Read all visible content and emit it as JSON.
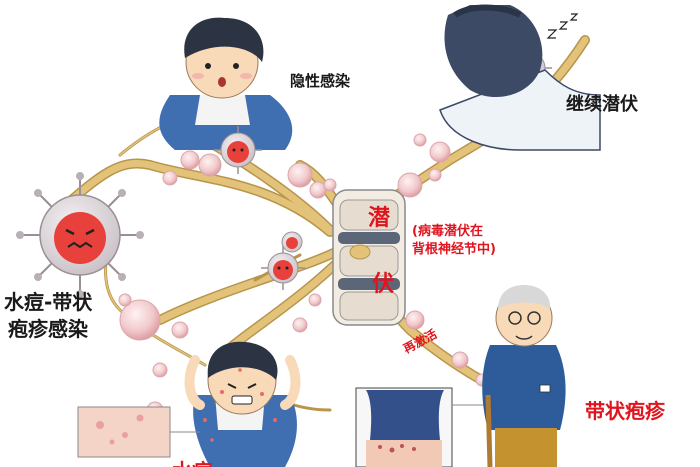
{
  "labels": {
    "latent_infection": "隐性感染",
    "continued_latency": "继续潜伏",
    "latency_char_1": "潜",
    "latency_char_2": "伏",
    "latency_note_line1": "(病毒潜伏在",
    "latency_note_line2": "背根神经节中)",
    "varicella_zoster_line1": "水痘-带状",
    "varicella_zoster_line2": "疱疹感染",
    "reactivation": "再激活",
    "herpes_zoster": "带状疱疹",
    "chickenpox": "水痘"
  },
  "colors": {
    "nerve": "#e3c27a",
    "nerve_dark": "#b8954a",
    "virus_red": "#e8403a",
    "virus_body": "#d8d2d6",
    "label_red": "#e0141e",
    "label_dark": "#1a1a1a",
    "shirt_blue": "#3f6fb0",
    "hair": "#2c3444",
    "skin": "#f8d9b8"
  }
}
